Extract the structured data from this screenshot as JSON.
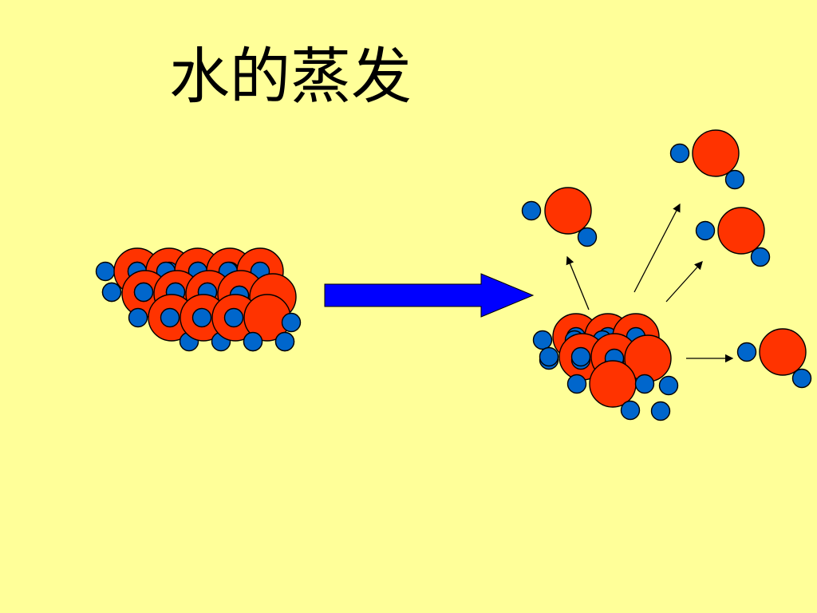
{
  "slide": {
    "title": "水的蒸发",
    "background": "#FFFF99"
  },
  "colors": {
    "oxygen": "#FF3300",
    "hydrogen": "#0066CC",
    "process_arrow": "#0000FF",
    "outline": "#000000"
  },
  "diagram": {
    "liquid_water_molecules": 15,
    "process_arrow": "right-arrow",
    "remaining_cluster_molecules": 7,
    "escaping_water_molecules": 4,
    "escape_arrows": 4
  }
}
